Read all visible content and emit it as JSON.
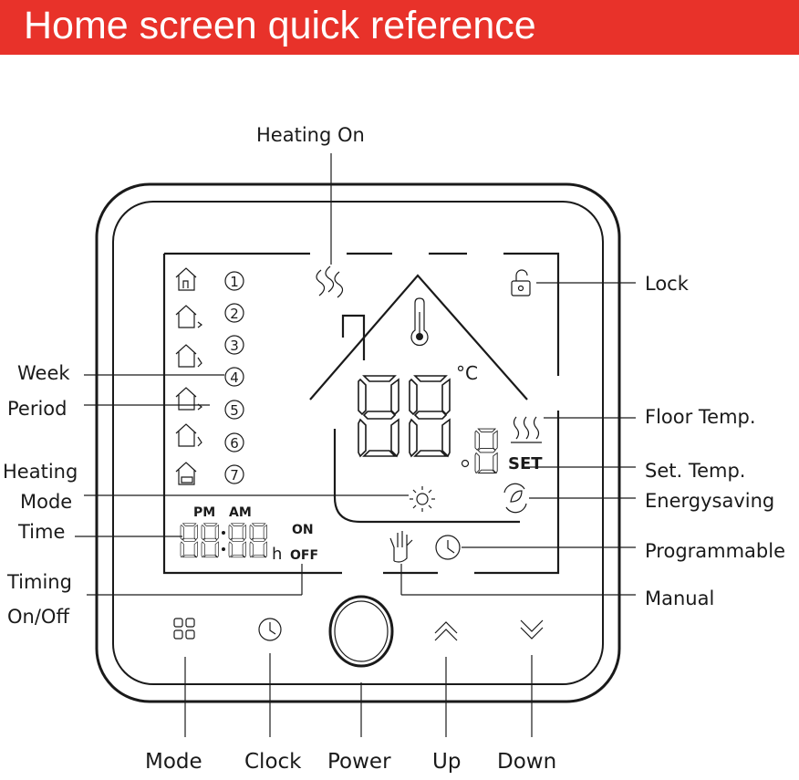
{
  "banner": {
    "title": "Home screen quick reference",
    "color": "#e8322a"
  },
  "labels": {
    "heating_on": "Heating On",
    "lock": "Lock",
    "week": "Week",
    "period": "Period",
    "floor_temp": "Floor Temp.",
    "heating": "Heating",
    "mode": "Mode",
    "set_temp": "Set. Temp.",
    "energysaving": "Energysaving",
    "time": "Time",
    "programmable": "Programmable",
    "timing": "Timing",
    "on_off": "On/Off",
    "manual": "Manual"
  },
  "buttons": {
    "mode": "Mode",
    "clock": "Clock",
    "power": "Power",
    "up": "Up",
    "down": "Down"
  },
  "display": {
    "pm": "PM",
    "am": "AM",
    "on": "ON",
    "off": "OFF",
    "hour_unit": "h",
    "set": "SET",
    "celsius": "°C",
    "periods": [
      "1",
      "2",
      "3",
      "4",
      "5",
      "6",
      "7"
    ]
  },
  "icons": [
    "heating-waves-icon",
    "lock-icon",
    "thermometer-icon",
    "floor-heat-icon",
    "sun-icon",
    "eco-leaf-icon",
    "hand-icon",
    "clock-icon",
    "mode-grid-icon",
    "chevron-up-icon",
    "chevron-down-icon",
    "house-icon"
  ]
}
